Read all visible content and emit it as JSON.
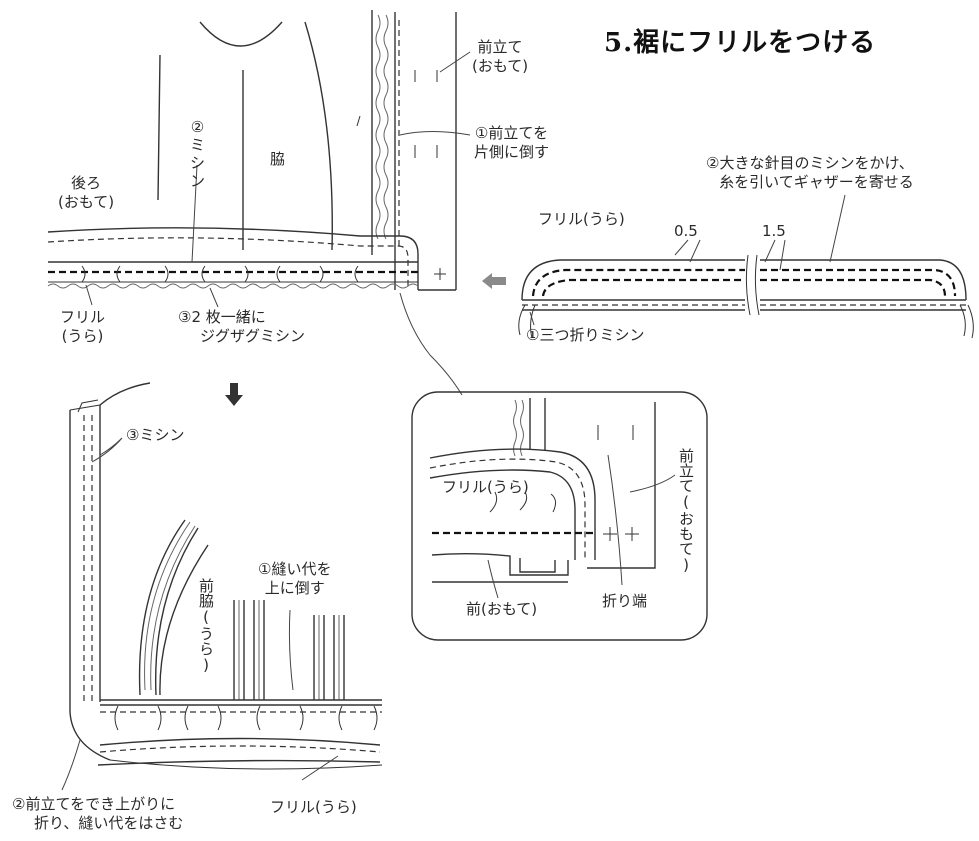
{
  "title": "5.裾にフリルをつける",
  "colors": {
    "line": "#333333",
    "arrow": "#8a8a8a",
    "zigzag": "#888888"
  },
  "top_view": {
    "front_placket": [
      "前立て",
      "(おもて)"
    ],
    "step1_placket": [
      "①前立てを",
      "片側に倒す"
    ],
    "side_seam": "脇",
    "back": [
      "後ろ",
      "(おもて)"
    ],
    "step2_machine": [
      "②",
      "ミ",
      "シ",
      "ン"
    ],
    "frill_back": [
      "フリル",
      "(うら)"
    ],
    "step3_zigzag": [
      "③2 枚一緒に",
      "ジグザグミシン"
    ]
  },
  "frill_strip": {
    "step2_gather": [
      "②大きな針目のミシンをかけ、",
      "糸を引いてギャザーを寄せる"
    ],
    "frill_label": "フリル(うら)",
    "dim_a": "0.5",
    "dim_b": "1.5",
    "step1_hem": "①三つ折りミシン"
  },
  "detail_box": {
    "front_placket_vertical": "前立て(おもて)",
    "frill_label": "フリル(うら)",
    "front_label": "前(おもて)",
    "fold_edge": "折り端"
  },
  "bottom_view": {
    "step3_machine": "③ミシン",
    "front_side_vertical": "前脇(うら)",
    "step1_seam": [
      "①縫い代を",
      "上に倒す"
    ],
    "frill_label": "フリル(うら)",
    "step2_fold": [
      "②前立てをでき上がりに",
      "折り、縫い代をはさむ"
    ]
  }
}
